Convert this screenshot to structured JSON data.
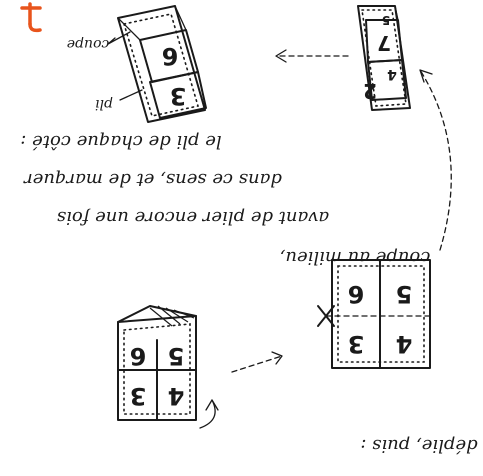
{
  "step_marker": "f",
  "text": {
    "caption_line_1": "déplie, puis :",
    "caption_line_2": "coupe au milieu,",
    "caption_line_3": "avant de plier encore une fois",
    "caption_line_4": "dans ce sens, et de marquer",
    "caption_line_5": "le pli de chaque côté :",
    "label_top_right": "coupe",
    "label_right": "pli"
  },
  "cells": {
    "top_left_a": "6",
    "top_left_b": "3",
    "top_right_a": "2",
    "top_right_b": "4",
    "top_right_c": "5",
    "top_right_d": "7",
    "mid_right_a": "5",
    "mid_right_b": "6",
    "mid_right_c": "4",
    "mid_right_d": "3",
    "bottom_left_a": "5",
    "bottom_left_b": "6",
    "bottom_left_c": "4",
    "bottom_left_d": "3"
  },
  "colors": {
    "ink": "#1a1a1a",
    "accent": "#e8541c"
  }
}
